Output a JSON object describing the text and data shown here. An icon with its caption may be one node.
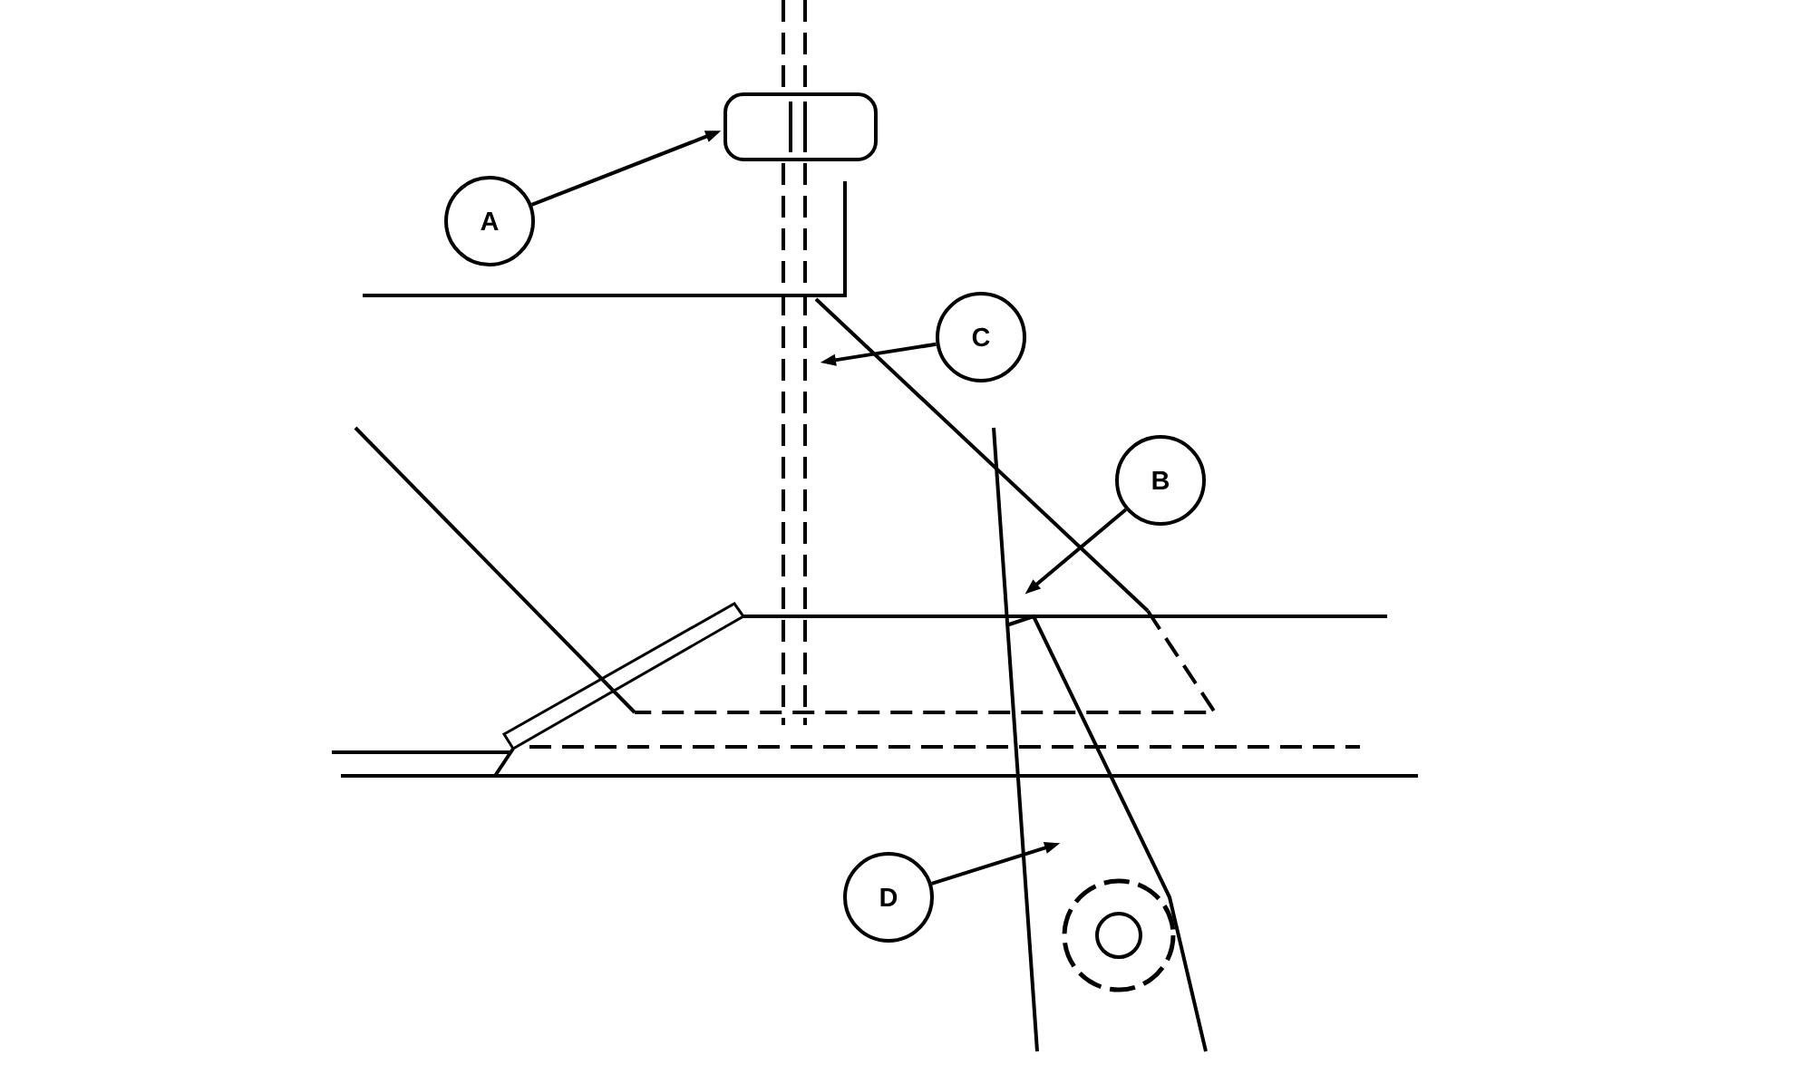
{
  "diagram": {
    "nodes": [
      {
        "text": [
          "A"
        ]
      },
      {
        "text": [
          "C"
        ]
      },
      {
        "text": [
          "B"
        ]
      },
      {
        "text": [
          "D"
        ]
      }
    ],
    "edges": [
      {
        "from": 0,
        "to": null,
        "arrow": "to"
      },
      {
        "from": 1,
        "to": null,
        "arrow": "to"
      },
      {
        "from": 2,
        "to": null,
        "arrow": "to"
      },
      {
        "from": 3,
        "to": null,
        "arrow": "to"
      }
    ]
  }
}
